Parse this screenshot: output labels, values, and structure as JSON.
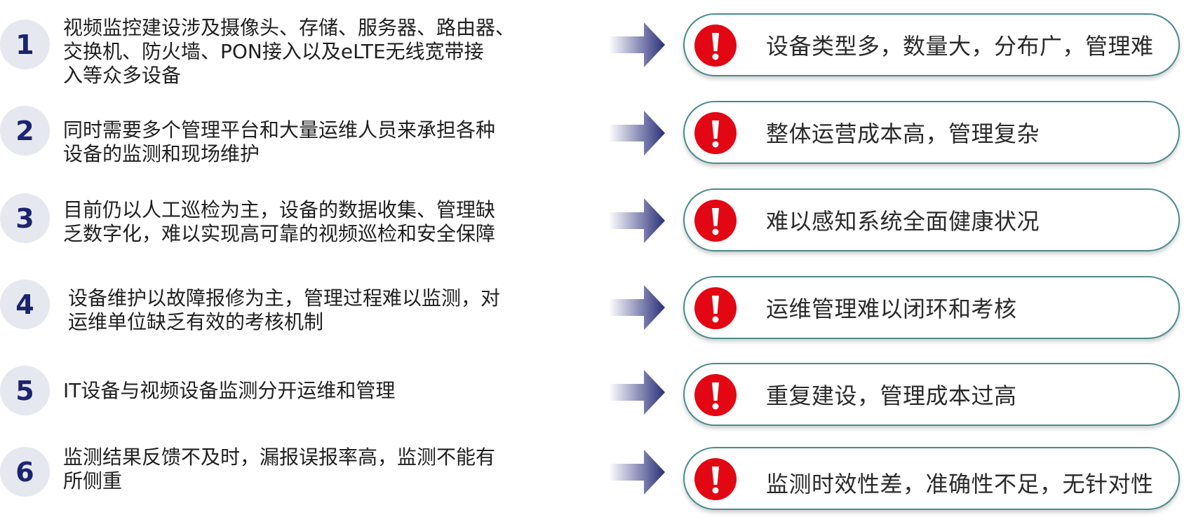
{
  "rows": [
    {
      "number": "1",
      "description": "视频监控建设涉及摄像头、存储、服务器、路由器、\n交换机、防火墙、PON接入以及eLTE无线宽带接\n入等众多设备",
      "problem": "设备类型多，数量大，分布广，管理难"
    },
    {
      "number": "2",
      "description": "同时需要多个管理平台和大量运维人员来承担各种\n设备的监测和现场维护",
      "problem": "整体运营成本高，管理复杂"
    },
    {
      "number": "3",
      "description": "目前仍以人工巡检为主，设备的数据收集、管理缺\n乏数字化，难以实现高可靠的视频巡检和安全保障",
      "problem": "难以感知系统全面健康状况"
    },
    {
      "number": "4",
      "description": "设备维护以故障报修为主，管理过程难以监测，对\n运维单位缺乏有效的考核机制",
      "problem": "运维管理难以闭环和考核"
    },
    {
      "number": "5",
      "description": "IT设备与视频设备监测分开运维和管理",
      "problem": "重复建设，管理成本过高"
    },
    {
      "number": "6",
      "description": "监测结果反馈不及时，漏报误报率高，监测不能有\n所侧重",
      "problem": "监测时效性差，准确性不足，无针对性"
    }
  ],
  "colors": {
    "number_text": "#1b2470",
    "number_circle": "#e6e8ef",
    "arrow": "#2a2f7a",
    "pill_border": "#4a8c8c",
    "alert_fill": "#e30613"
  },
  "icons": {
    "arrow": "right-arrow-icon",
    "alert": "exclamation-alert-icon"
  }
}
